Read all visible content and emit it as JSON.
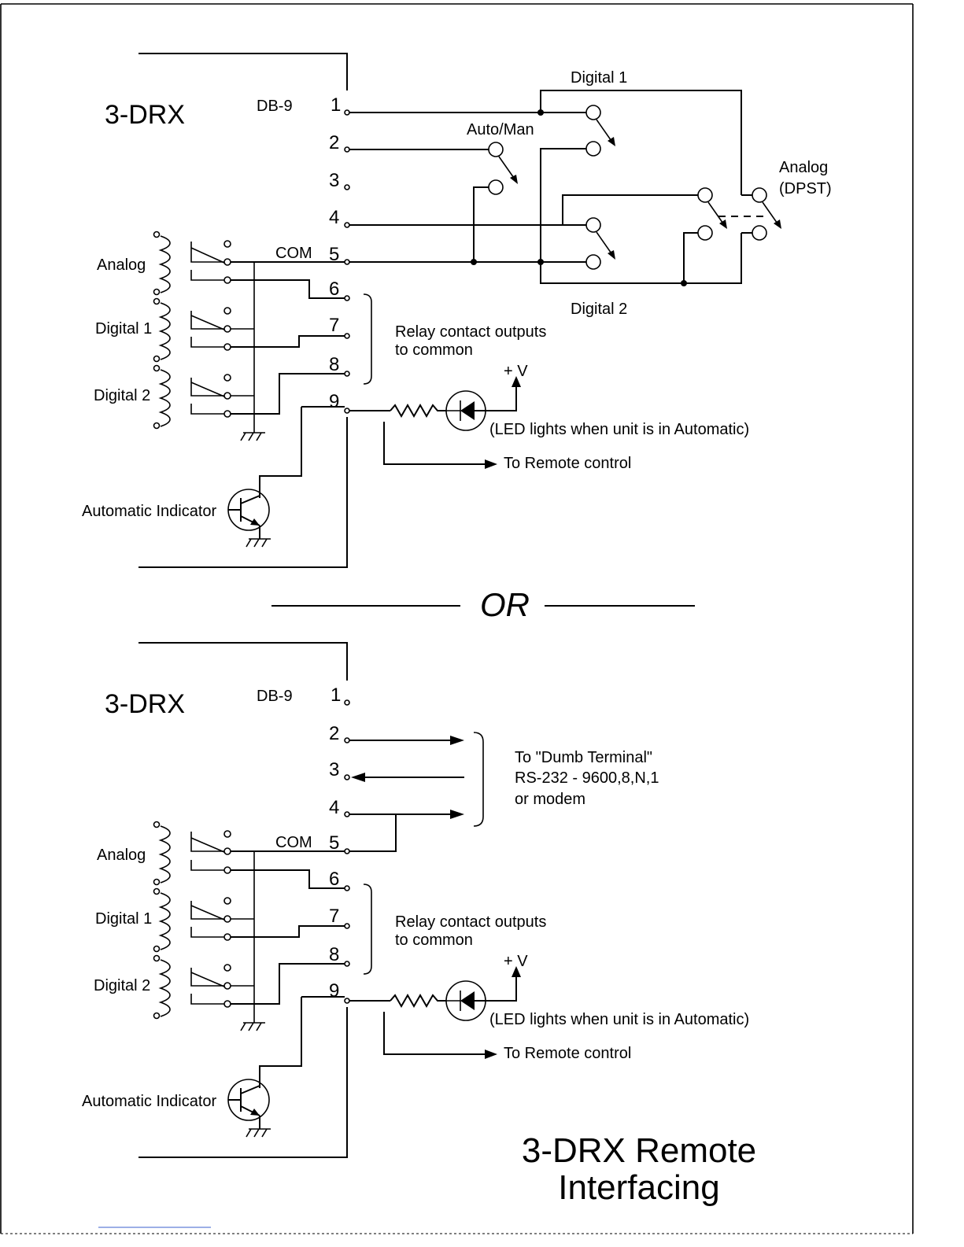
{
  "panel_top": {
    "device": "3-DRX",
    "connector": "DB-9",
    "pins": [
      "1",
      "2",
      "3",
      "4",
      "5",
      "6",
      "7",
      "8",
      "9"
    ],
    "com_label": "COM",
    "relays": [
      "Analog",
      "Digital 1",
      "Digital 2"
    ],
    "switches": {
      "digital1": "Digital 1",
      "automan": "Auto/Man",
      "analog_line1": "Analog",
      "analog_line2": "(DPST)",
      "digital2": "Digital 2"
    },
    "relay_outputs_line1": "Relay contact outputs",
    "relay_outputs_line2": "to common",
    "plus_v": "+ V",
    "led_note": "(LED lights when unit is in Automatic)",
    "remote": "To Remote control",
    "indicator": "Automatic Indicator"
  },
  "separator": "OR",
  "panel_bottom": {
    "device": "3-DRX",
    "connector": "DB-9",
    "pins": [
      "1",
      "2",
      "3",
      "4",
      "5",
      "6",
      "7",
      "8",
      "9"
    ],
    "com_label": "COM",
    "relays": [
      "Analog",
      "Digital 1",
      "Digital 2"
    ],
    "terminal_line1": "To \"Dumb Terminal\"",
    "terminal_line2": "RS-232 - 9600,8,N,1",
    "terminal_line3": "or modem",
    "relay_outputs_line1": "Relay contact outputs",
    "relay_outputs_line2": "to common",
    "plus_v": "+ V",
    "led_note": "(LED lights when unit is in Automatic)",
    "remote": "To Remote control",
    "indicator": "Automatic Indicator"
  },
  "footer": {
    "title_line1": "3-DRX Remote",
    "title_line2": "Interfacing"
  }
}
